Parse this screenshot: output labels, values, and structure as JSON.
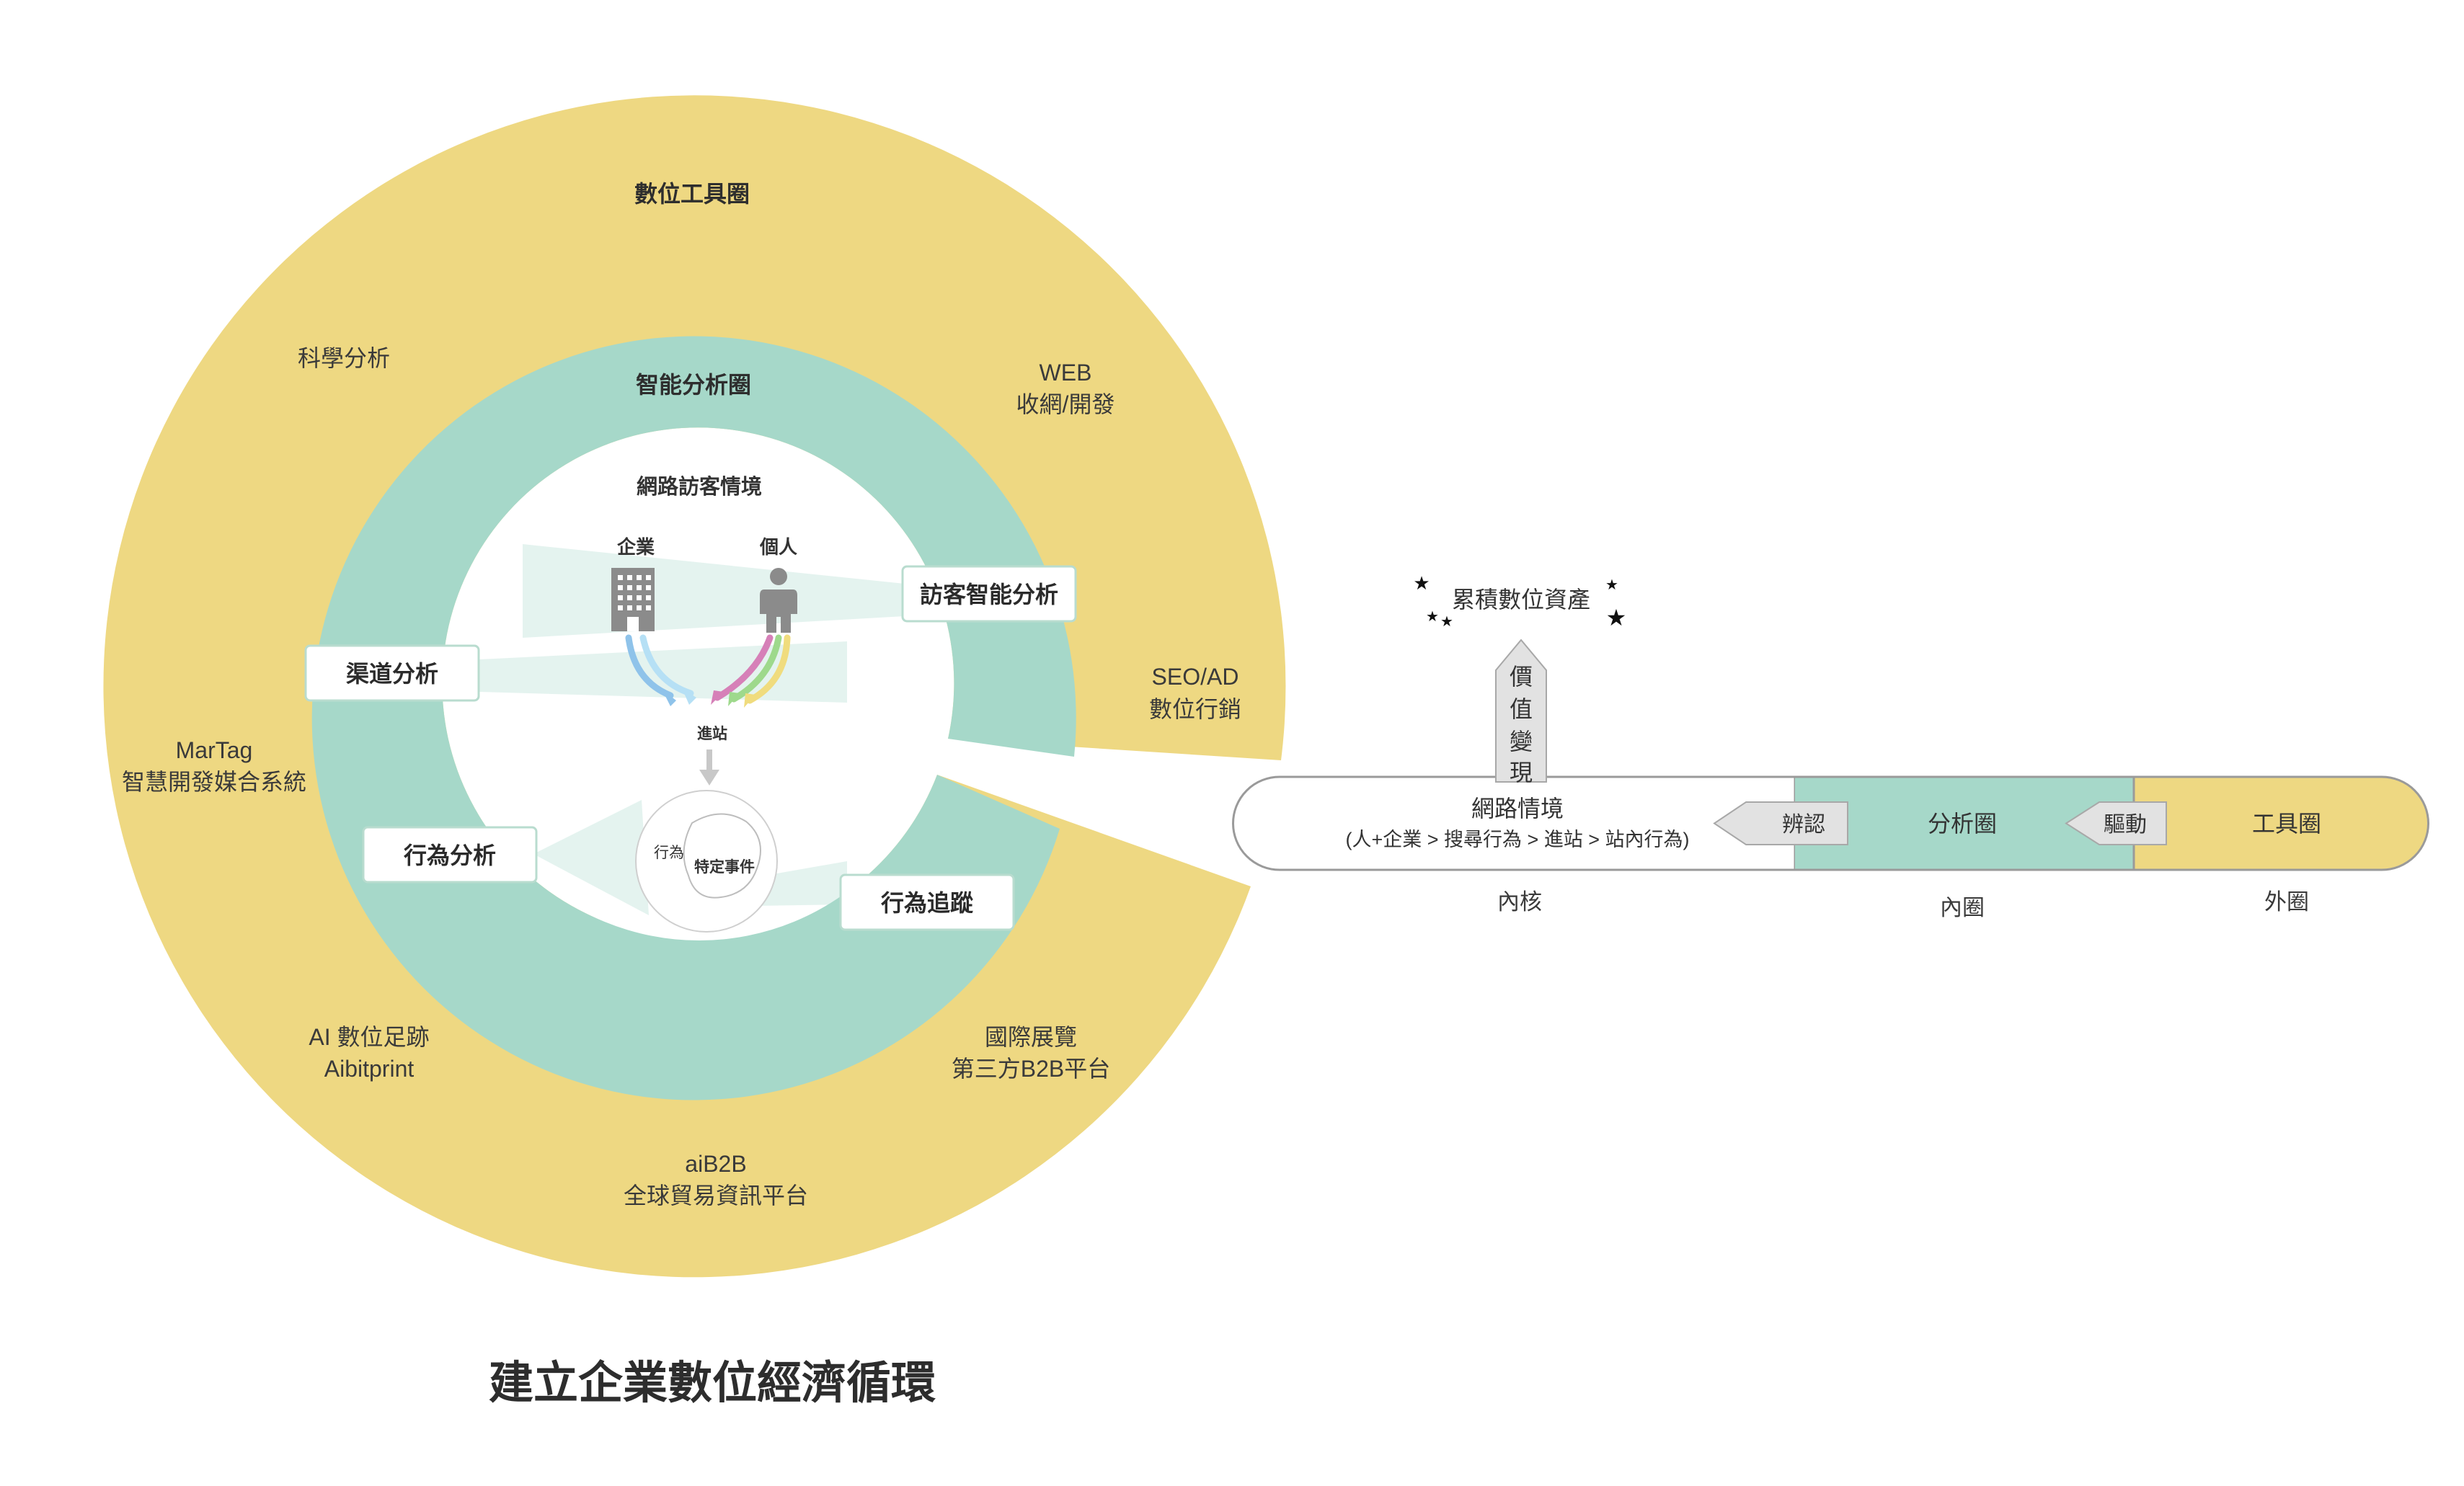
{
  "colors": {
    "outer_ring": "#eed882",
    "inner_ring": "#a6d8c9",
    "core": "#ffffff",
    "arrow_gray": "#dcdcdc",
    "arrow_blue1": "#8fc3ea",
    "arrow_blue2": "#b6e0f5",
    "arrow_pink": "#d680b8",
    "arrow_green": "#9ed98c",
    "arrow_yellow": "#f0dc7e"
  },
  "outer_ring": {
    "title": "數位工具圈",
    "items": {
      "science": "科學分析",
      "web_line1": "WEB",
      "web_line2": "收網/開發",
      "seo_line1": "SEO/AD",
      "seo_line2": "數位行銷",
      "martag_line1": "MarTag",
      "martag_line2": "智慧開發媒合系統",
      "ai_line1": "AI 數位足跡",
      "ai_line2": "Aibitprint",
      "expo_line1": "國際展覽",
      "expo_line2": "第三方B2B平台",
      "aib2b_line1": "aiB2B",
      "aib2b_line2": "全球貿易資訊平台"
    }
  },
  "inner_ring": {
    "title": "智能分析圈",
    "boxes": {
      "visitor": "訪客智能分析",
      "channel": "渠道分析",
      "behavior": "行為分析",
      "tracking": "行為追蹤"
    }
  },
  "core": {
    "title": "網路訪客情境",
    "enterprise": "企業",
    "person": "個人",
    "enter_site": "進站",
    "behavior": "行為",
    "event": "特定事件"
  },
  "main_title": "建立企業數位經濟循環",
  "bar": {
    "core_title": "網路情境",
    "core_sub": "(人+企業 > 搜尋行為 > 進站 > 站內行為)",
    "identify": "辨認",
    "analysis": "分析圈",
    "drive": "驅動",
    "tools": "工具圈",
    "label_core": "內核",
    "label_inner": "內圈",
    "label_outer": "外圈",
    "value_chars": [
      "價",
      "值",
      "變",
      "現"
    ],
    "asset": "累積數位資產"
  }
}
